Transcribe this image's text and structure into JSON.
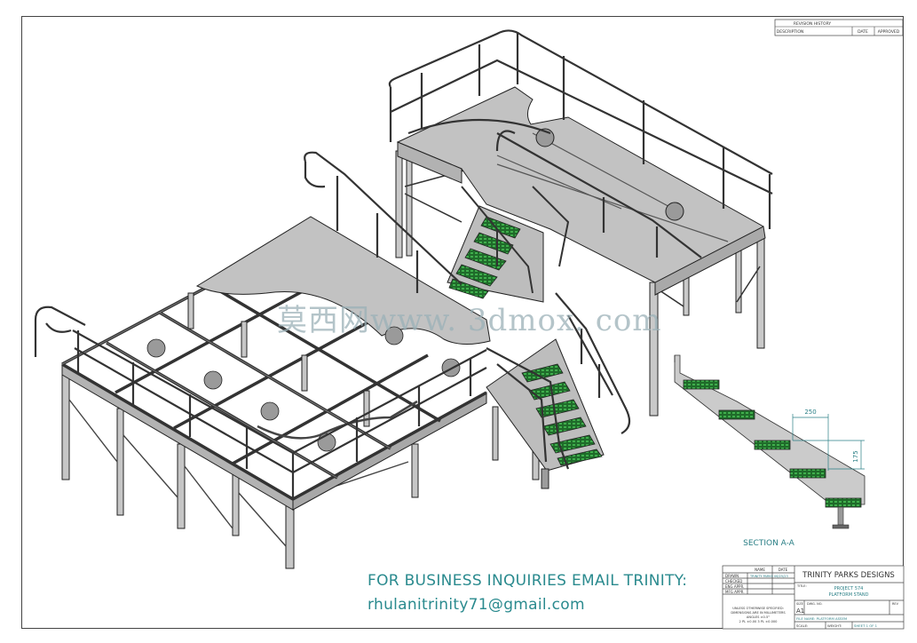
{
  "revision_table": {
    "title": "REVISION HISTORY",
    "headers": [
      "DESCRIPTION",
      "DATE",
      "APPROVED"
    ]
  },
  "section_label": "SECTION A-A",
  "dimensions": {
    "horizontal": "250",
    "vertical": "175"
  },
  "watermark": "莫西网www. 3dmox. com",
  "contact": {
    "line1": "FOR BUSINESS INQUIRIES EMAIL TRINITY:",
    "line2": "rhulanitrinity71@gmail.com"
  },
  "title_block": {
    "company": "TRINITY PARKS DESIGNS",
    "name_col": "NAME",
    "date_col": "DATE",
    "rows": [
      {
        "label": "DRAWN",
        "name": "TRINITY PARKS",
        "date": "06/25/23"
      },
      {
        "label": "CHECKED",
        "name": "",
        "date": ""
      },
      {
        "label": "ENG APPR.",
        "name": "",
        "date": ""
      },
      {
        "label": "MFG APPR.",
        "name": "",
        "date": ""
      }
    ],
    "title_label": "TITLE:",
    "title_line1": "PROJECT 574",
    "title_line2": "PLATFORM STAND",
    "notes": [
      "UNLESS OTHERWISE SPECIFIED:",
      "DIMENSIONS ARE IN MILLIMETERS",
      "ANGLES ±0.5°",
      "2 PL ±0.00 3 PL ±0.000"
    ],
    "size_label": "SIZE",
    "size": "A1",
    "dwg_label": "DWG. NO.",
    "rev_label": "REV",
    "file_name": "FILE NAME: PLATFORM ASSEM",
    "scale_label": "SCALE:",
    "weight_label": "WEIGHT:",
    "sheet": "SHEET 1 OF 1"
  }
}
